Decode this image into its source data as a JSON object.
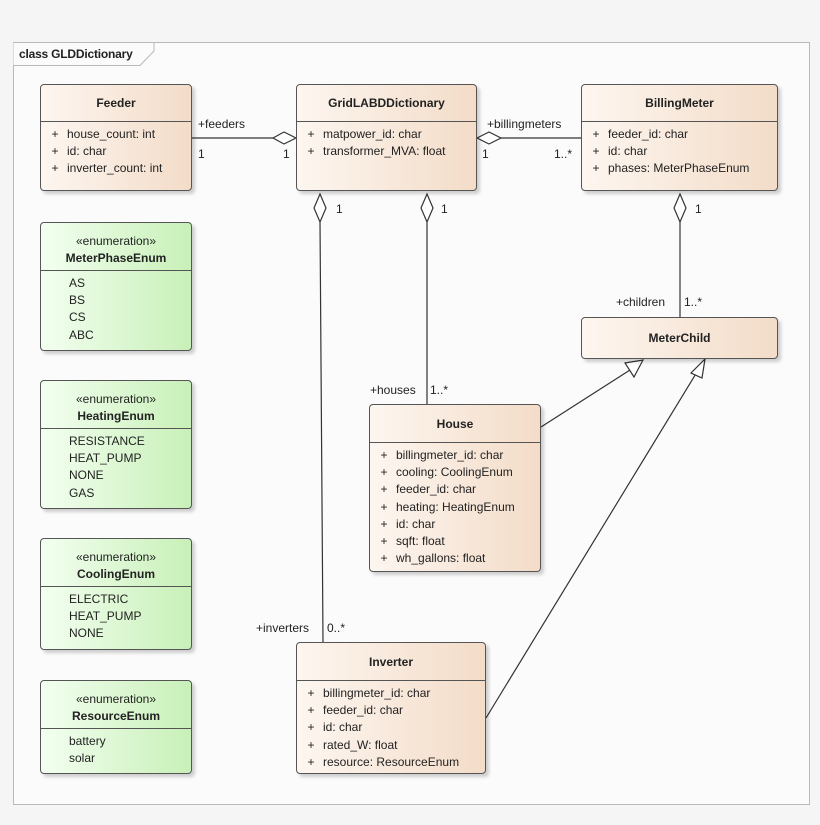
{
  "frame": {
    "title": "class GLDDictionary"
  },
  "classes": {
    "feeder": {
      "name": "Feeder",
      "attributes": [
        {
          "vis": "+",
          "text": "house_count: int"
        },
        {
          "vis": "+",
          "text": "id: char"
        },
        {
          "vis": "+",
          "text": "inverter_count: int"
        }
      ]
    },
    "gridlabd": {
      "name": "GridLABDDictionary",
      "attributes": [
        {
          "vis": "+",
          "text": "matpower_id: char"
        },
        {
          "vis": "+",
          "text": "transformer_MVA: float"
        }
      ]
    },
    "billing": {
      "name": "BillingMeter",
      "attributes": [
        {
          "vis": "+",
          "text": "feeder_id: char"
        },
        {
          "vis": "+",
          "text": "id: char"
        },
        {
          "vis": "+",
          "text": "phases: MeterPhaseEnum"
        }
      ]
    },
    "meterchild": {
      "name": "MeterChild",
      "attributes": []
    },
    "house": {
      "name": "House",
      "attributes": [
        {
          "vis": "+",
          "text": "billingmeter_id: char"
        },
        {
          "vis": "+",
          "text": "cooling: CoolingEnum"
        },
        {
          "vis": "+",
          "text": "feeder_id: char"
        },
        {
          "vis": "+",
          "text": "heating: HeatingEnum"
        },
        {
          "vis": "+",
          "text": "id: char"
        },
        {
          "vis": "+",
          "text": "sqft: float"
        },
        {
          "vis": "+",
          "text": "wh_gallons: float"
        }
      ]
    },
    "inverter": {
      "name": "Inverter",
      "attributes": [
        {
          "vis": "+",
          "text": "billingmeter_id: char"
        },
        {
          "vis": "+",
          "text": "feeder_id: char"
        },
        {
          "vis": "+",
          "text": "id: char"
        },
        {
          "vis": "+",
          "text": "rated_W: float"
        },
        {
          "vis": "+",
          "text": "resource: ResourceEnum"
        }
      ]
    }
  },
  "enums": {
    "meterphase": {
      "stereotype": "«enumeration»",
      "name": "MeterPhaseEnum",
      "literals": [
        "AS",
        "BS",
        "CS",
        "ABC"
      ]
    },
    "heating": {
      "stereotype": "«enumeration»",
      "name": "HeatingEnum",
      "literals": [
        "RESISTANCE",
        "HEAT_PUMP",
        "NONE",
        "GAS"
      ]
    },
    "cooling": {
      "stereotype": "«enumeration»",
      "name": "CoolingEnum",
      "literals": [
        "ELECTRIC",
        "HEAT_PUMP",
        "NONE"
      ]
    },
    "resource": {
      "stereotype": "«enumeration»",
      "name": "ResourceEnum",
      "literals": [
        "battery",
        "solar"
      ]
    }
  },
  "labels": {
    "feeders_role": "+feeders",
    "feeders_mult_feeder": "1",
    "feeders_mult_dict": "1",
    "billingmeters_role": "+billingmeters",
    "billingmeters_mult_dict": "1",
    "billingmeters_mult_meter": "1..*",
    "inverters_mult_dict": "1",
    "houses_mult_dict": "1",
    "children_mult_meter": "1",
    "children_role": "+children",
    "children_mult": "1..*",
    "houses_role": "+houses",
    "houses_mult": "1..*",
    "inverters_role": "+inverters",
    "inverters_mult": "0..*"
  }
}
